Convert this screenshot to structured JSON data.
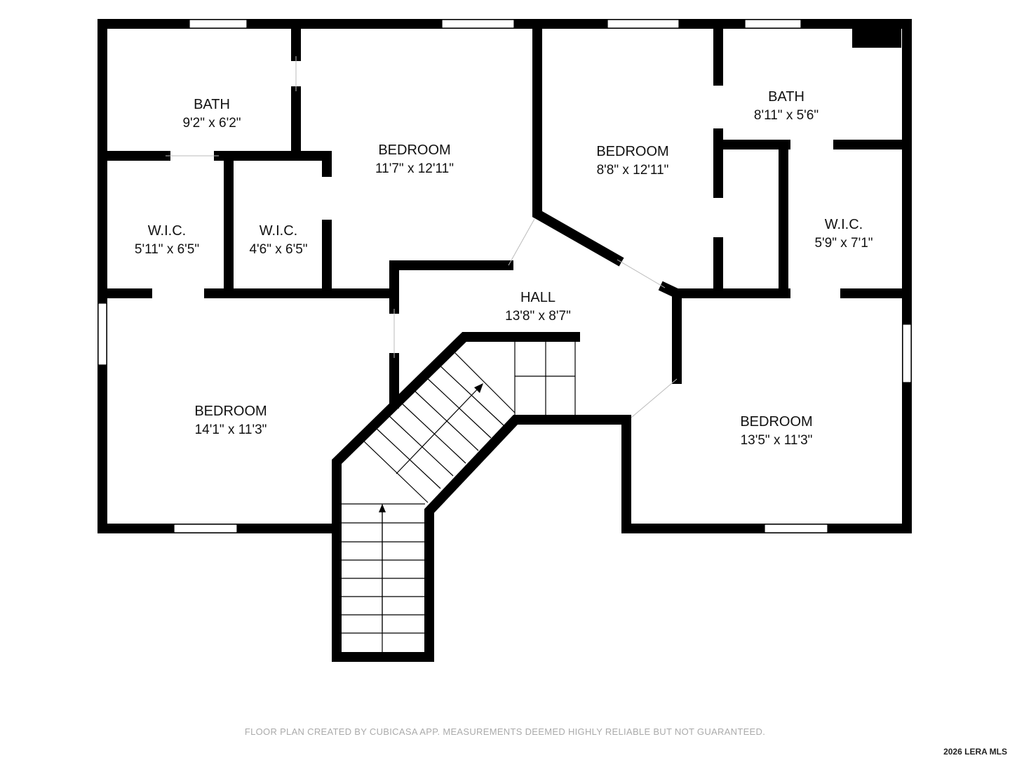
{
  "rooms": [
    {
      "name": "BATH",
      "dims": "9'2\" x 6'2\""
    },
    {
      "name": "BEDROOM",
      "dims": "11'7\" x 12'11\""
    },
    {
      "name": "BEDROOM",
      "dims": "8'8\" x 12'11\""
    },
    {
      "name": "BATH",
      "dims": "8'11\" x 5'6\""
    },
    {
      "name": "W.I.C.",
      "dims": "5'11\" x 6'5\""
    },
    {
      "name": "W.I.C.",
      "dims": "4'6\" x 6'5\""
    },
    {
      "name": "W.I.C.",
      "dims": "5'9\" x 7'1\""
    },
    {
      "name": "HALL",
      "dims": "13'8\" x 8'7\""
    },
    {
      "name": "BEDROOM",
      "dims": "14'1\" x 11'3\""
    },
    {
      "name": "BEDROOM",
      "dims": "13'5\" x 11'3\""
    }
  ],
  "footer": {
    "disclaimer": "FLOOR PLAN CREATED BY CUBICASA APP. MEASUREMENTS DEEMED HIGHLY RELIABLE BUT NOT GUARANTEED.",
    "watermark": "2026 LERA MLS"
  }
}
